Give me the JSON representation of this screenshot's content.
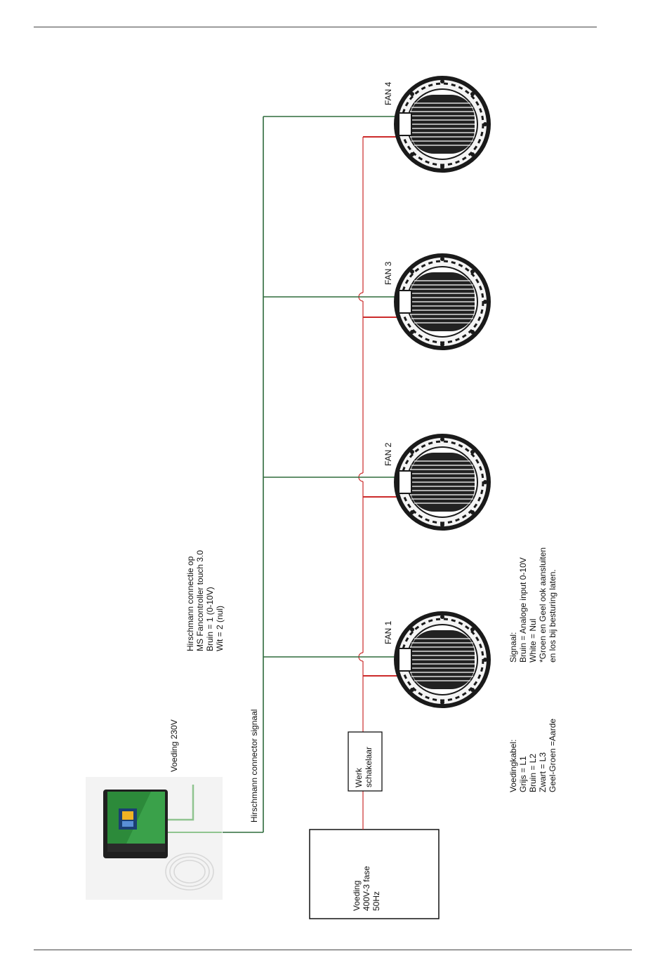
{
  "power_supply": {
    "lines": [
      "Voeding",
      "400V-3 fase",
      "50Hz"
    ]
  },
  "switch": {
    "lines": [
      "Werk",
      "schakelaar"
    ]
  },
  "controller_power": {
    "label": "Voeding 230V"
  },
  "signal_cable": {
    "label": "Hirschmann connector signaal"
  },
  "hirschmann_note": {
    "lines": [
      "Hirschmann connectie op",
      "MS Fancontroller touch 3.0",
      "Bruin = 1 (0-10V)",
      "Wit = 2 (nul)"
    ]
  },
  "fans": [
    {
      "label": "FAN 1"
    },
    {
      "label": "FAN 2"
    },
    {
      "label": "FAN 3"
    },
    {
      "label": "FAN 4"
    }
  ],
  "power_cable_legend": {
    "lines": [
      "Voedingkabel:",
      "Grijs = L1",
      "Bruin = L2",
      "Zwart = L3",
      "Geel-Groen =Aarde"
    ]
  },
  "signal_legend": {
    "lines": [
      "Signaal:",
      "Bruin = Analoge input 0-10V",
      "White = Nul",
      "*Groen en Geel ook aansluiten",
      "en los bij besturing laten."
    ]
  },
  "colors": {
    "signal_wire": "#2e6b3c",
    "power_wire": "#cc2a2a",
    "controller_green": "#3aa14a",
    "controller_cable": "#8fc48f"
  }
}
